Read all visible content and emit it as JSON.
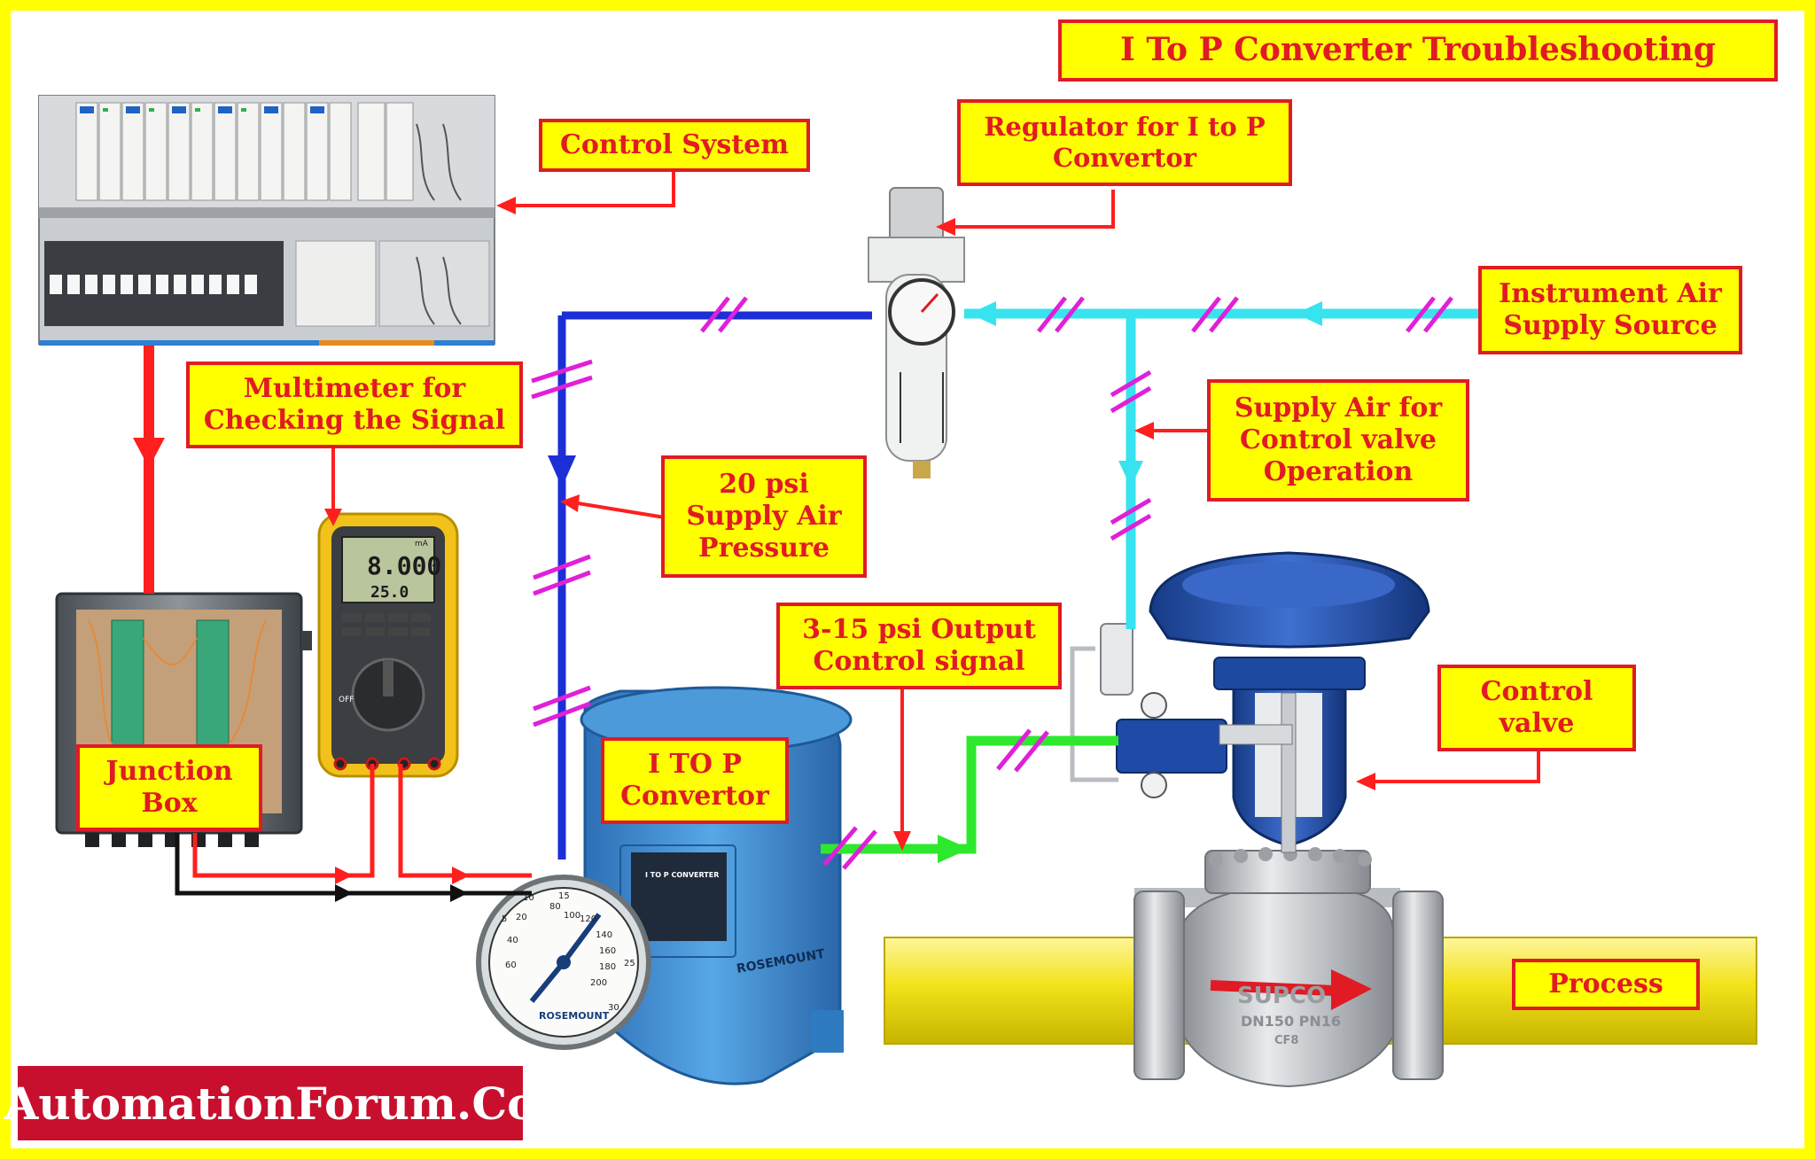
{
  "title": "I To P Converter Troubleshooting",
  "labels": {
    "control_system": "Control System",
    "regulator": [
      "Regulator for I to  P",
      "Convertor"
    ],
    "instrument_air": [
      "Instrument Air",
      "Supply Source"
    ],
    "multimeter": [
      "Multimeter for",
      "Checking the Signal"
    ],
    "supply_air_cv": [
      "Supply Air for",
      "Control valve",
      "Operation"
    ],
    "supply_20psi": [
      "20 psi",
      "Supply Air",
      "Pressure"
    ],
    "output_signal": [
      "3-15 psi Output",
      "Control signal"
    ],
    "control_valve": [
      "Control",
      "valve"
    ],
    "junction_box": [
      "Junction",
      "Box"
    ],
    "itop": [
      "I TO P",
      "Convertor"
    ],
    "process": "Process"
  },
  "brand": "AutomationForum.Co",
  "device_text": {
    "multimeter_reading_1": "8.000",
    "multimeter_reading_2": "25.0",
    "multimeter_unit": "mA",
    "multimeter_off": "OFF",
    "gauge_brand": "ROSEMOUNT",
    "converter_plate": "I TO P CONVERTER",
    "converter_brand": "ROSEMOUNT",
    "valve_casting_1": "SUPCO",
    "valve_casting_2": "DN150  PN16",
    "valve_casting_3": "CF8",
    "gauge_ticks": [
      "15",
      "20",
      "40",
      "60",
      "80",
      "100",
      "120",
      "140",
      "160",
      "180",
      "200",
      "25",
      "30",
      "10",
      "5"
    ]
  },
  "colors": {
    "frame": "#ffff00",
    "callout_fill": "#ffff00",
    "callout_text": "#e01b24",
    "signal_line": "#ff1f1f",
    "supply_20psi_line": "#1c2fd6",
    "instrument_air_line": "#37e3ef",
    "output_signal_line": "#2ee82e",
    "break_mark": "#e020d8",
    "pipe": "#f2e21a",
    "valve_body": "#1e4fa8",
    "converter_body": "#3d8fd1",
    "brand_fill": "#c8102e"
  }
}
